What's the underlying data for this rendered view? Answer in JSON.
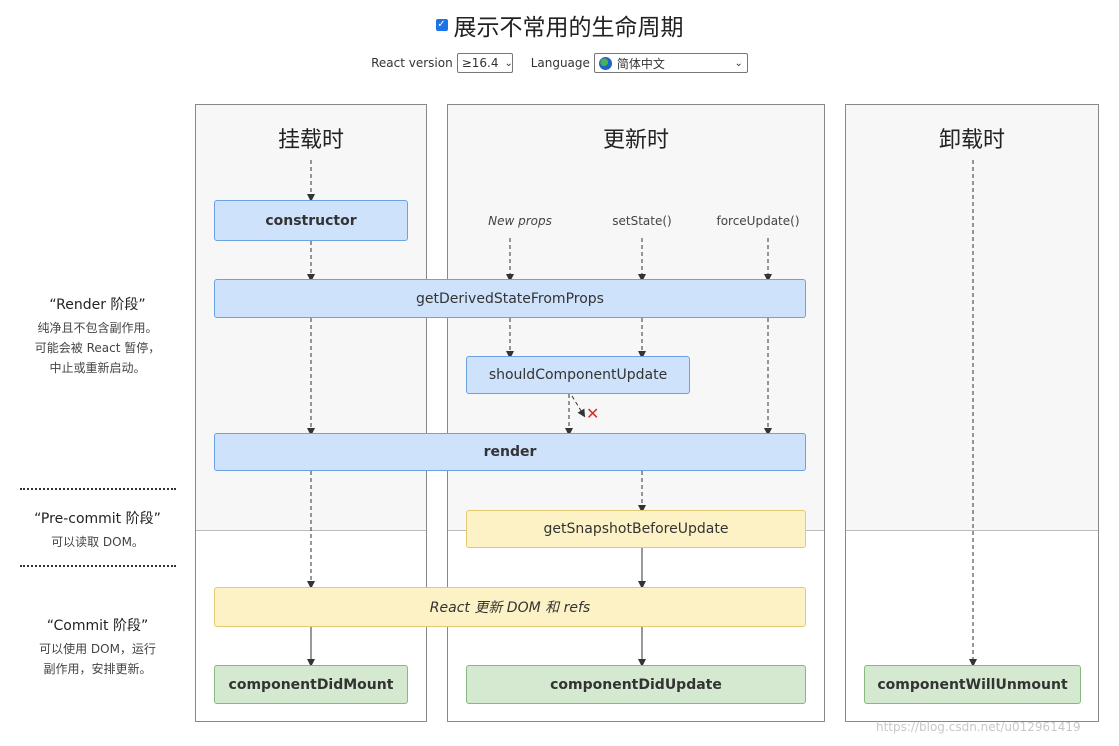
{
  "header": {
    "title": "展示不常用的生命周期",
    "show_uncommon_checked": true
  },
  "controls": {
    "react_version_label": "React version",
    "react_version_value": "≥16.4",
    "language_label": "Language",
    "language_value": "简体中文"
  },
  "panels": {
    "mounting": "挂载时",
    "updating": "更新时",
    "unmounting": "卸载时"
  },
  "triggers": {
    "new_props": "New props",
    "set_state": "setState()",
    "force_update": "forceUpdate()"
  },
  "methods": {
    "constructor": "constructor",
    "get_derived_state": "getDerivedStateFromProps",
    "should_update": "shouldComponentUpdate",
    "render": "render",
    "get_snapshot": "getSnapshotBeforeUpdate",
    "react_update_dom": "React 更新 DOM 和 refs",
    "did_mount": "componentDidMount",
    "did_update": "componentDidUpdate",
    "will_unmount": "componentWillUnmount"
  },
  "phases": {
    "render": {
      "title": "“Render 阶段”",
      "desc": [
        "纯净且不包含副作用。",
        "可能会被 React 暂停，",
        "中止或重新启动。"
      ]
    },
    "precommit": {
      "title": "“Pre-commit 阶段”",
      "desc": [
        "可以读取 DOM。"
      ]
    },
    "commit": {
      "title": "“Commit 阶段”",
      "desc": [
        "可以使用 DOM，运行",
        "副作用，安排更新。"
      ]
    }
  },
  "watermark": "https://blog.csdn.net/u012961419",
  "icons": {
    "checkbox": "checkbox-icon",
    "globe": "globe-icon",
    "cancel": "cancel-x-icon"
  },
  "colors": {
    "render_phase": "#cfe2fb",
    "precommit_phase": "#fdf2c6",
    "commit_phase": "#d4e9d0",
    "cancel": "#d32f2f"
  }
}
